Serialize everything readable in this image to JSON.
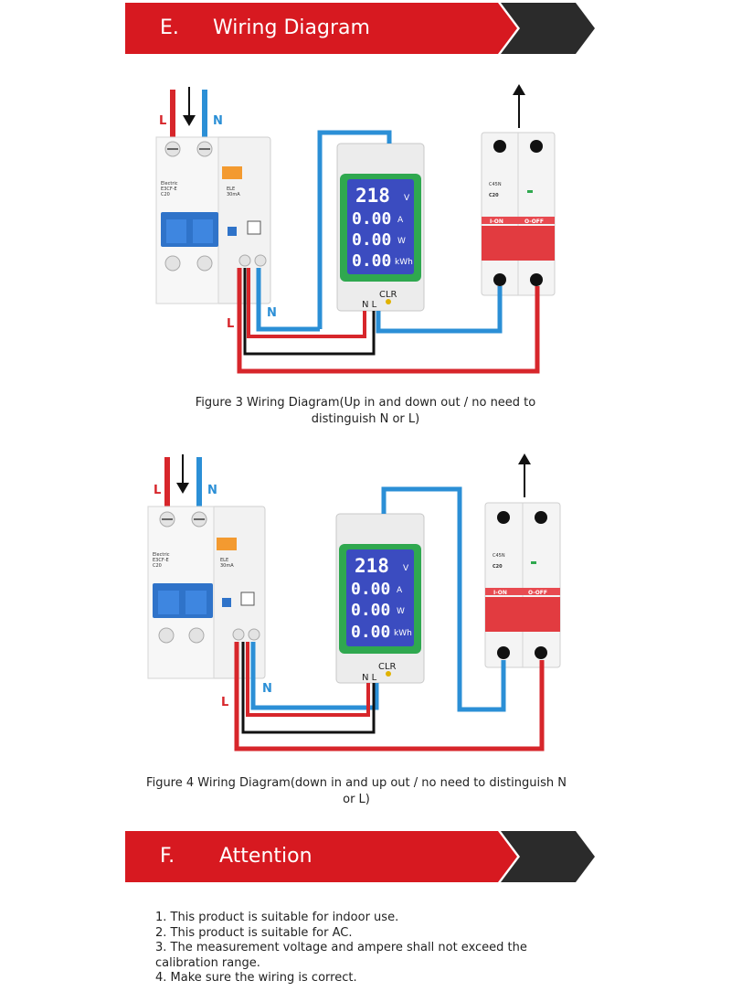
{
  "section_e": {
    "letter": "E.",
    "title": "Wiring Diagram"
  },
  "section_f": {
    "letter": "F.",
    "title": "Attention"
  },
  "figure3": {
    "caption": "Figure 3 Wiring Diagram(Up in and down out / no need to distinguish N or L)",
    "input_labels": {
      "live": "L",
      "neutral": "N"
    },
    "bottom_labels": {
      "live": "L",
      "neutral": "N"
    },
    "meter": {
      "display": [
        "218",
        "0.00",
        "0.00",
        "0.00"
      ],
      "units": [
        "V",
        "A",
        "W",
        "kWh"
      ],
      "clr_label": "CLR",
      "terminal_labels": "N L"
    },
    "rcbo": {
      "brand": "Electric",
      "model": "E3CF-E",
      "rating": "C20",
      "label": "ELE",
      "current": "30mA"
    },
    "mcb": {
      "model": "C45N",
      "rating": "C20",
      "on": "I-ON",
      "off": "O-OFF"
    }
  },
  "figure4": {
    "caption": "Figure 4 Wiring Diagram(down in and up out / no need to distinguish N or L)",
    "input_labels": {
      "live": "L",
      "neutral": "N"
    },
    "bottom_labels": {
      "live": "L",
      "neutral": "N"
    },
    "meter": {
      "display": [
        "218",
        "0.00",
        "0.00",
        "0.00"
      ],
      "units": [
        "V",
        "A",
        "W",
        "kWh"
      ],
      "clr_label": "CLR",
      "terminal_labels": "N L"
    },
    "rcbo": {
      "brand": "Electric",
      "model": "E3CF-E",
      "rating": "C20",
      "label": "ELE",
      "current": "30mA"
    },
    "mcb": {
      "model": "C45N",
      "rating": "C20",
      "on": "I-ON",
      "off": "O-OFF"
    }
  },
  "attention_items": [
    "1. This product is suitable for indoor use.",
    "2. This product is suitable for AC.",
    "3. The measurement voltage and ampere shall not exceed the calibration range.",
    "4. Make sure the wiring is correct."
  ],
  "colors": {
    "banner_red": "#d71920",
    "banner_dark": "#2b2b2b",
    "wire_red": "#d7262b",
    "wire_blue": "#2b8fd6",
    "wire_black": "#111111",
    "lcd_blue": "#3b4cc0",
    "lcd_green": "#2fa84f"
  }
}
